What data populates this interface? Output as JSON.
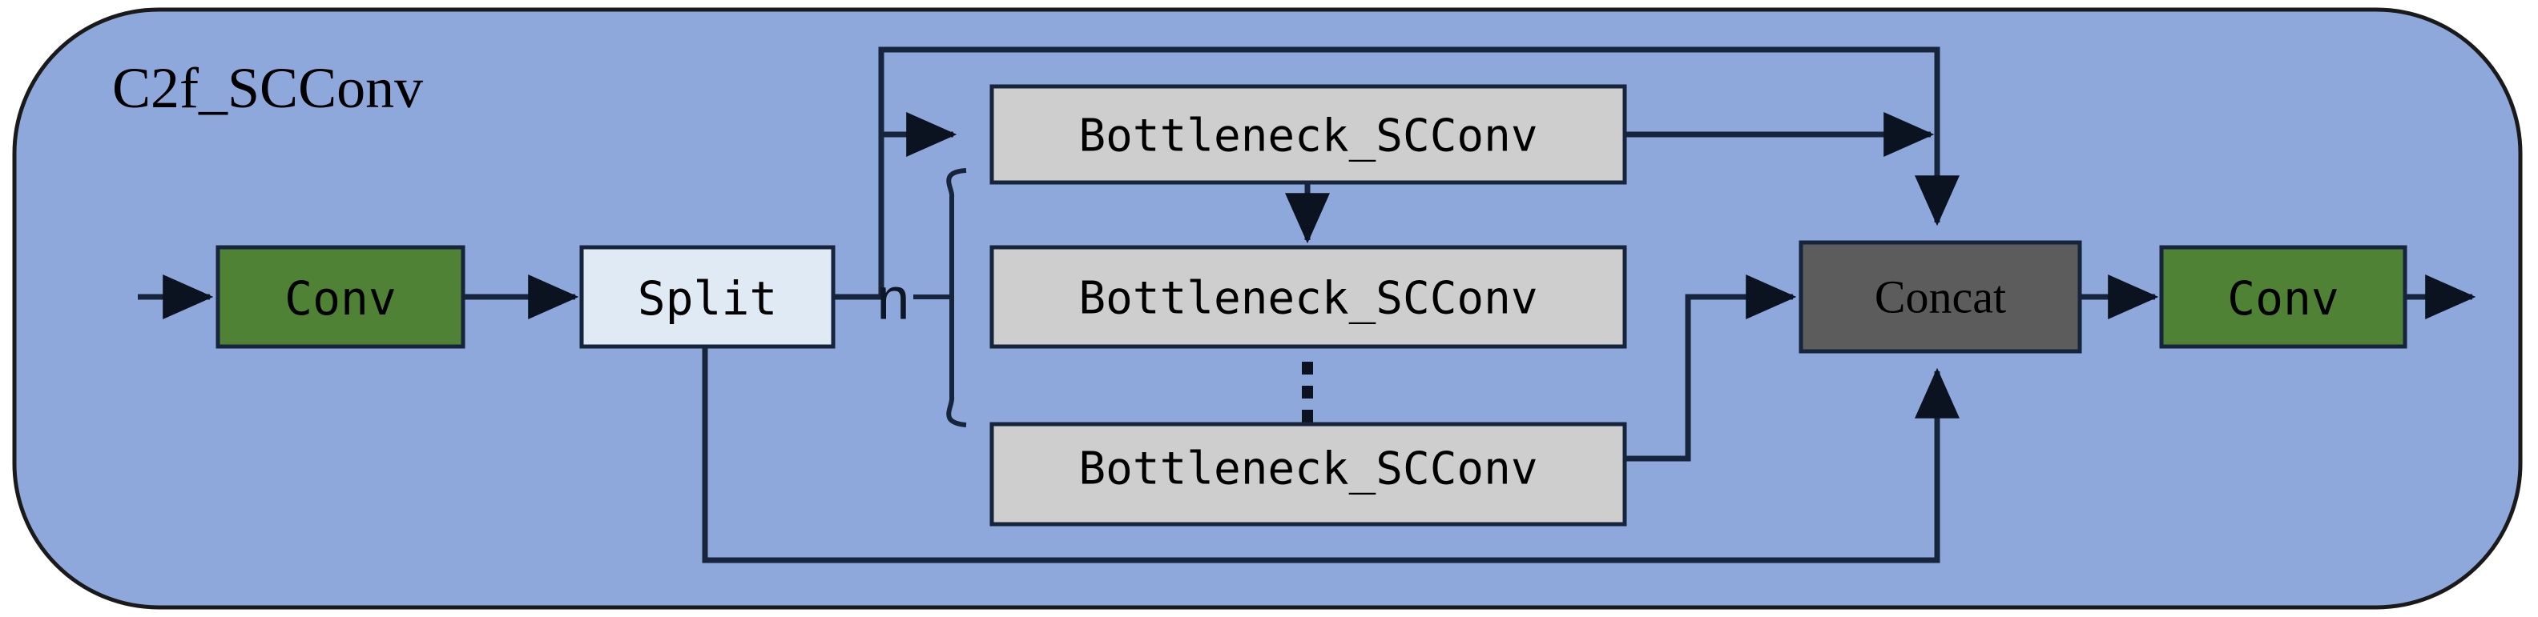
{
  "diagram": {
    "title": "C2f_SCConv",
    "type": "flowchart",
    "container": {
      "name": "C2f_SCConv",
      "fill_color": "#8fa8dc",
      "stroke_color": "#1a1a1a",
      "shape": "rounded-rectangle"
    },
    "nodes": [
      {
        "id": "conv_in",
        "label": "Conv",
        "fill": "#4f8234",
        "text_color": "#000000",
        "shape": "rect"
      },
      {
        "id": "split",
        "label": "Split",
        "fill": "#dfeaf5",
        "text_color": "#000000",
        "shape": "rect"
      },
      {
        "id": "bottleneck_1",
        "label": "Bottleneck_SCConv",
        "fill": "#cecece",
        "text_color": "#000000",
        "shape": "rect"
      },
      {
        "id": "bottleneck_2",
        "label": "Bottleneck_SCConv",
        "fill": "#cecece",
        "text_color": "#000000",
        "shape": "rect"
      },
      {
        "id": "bottleneck_n",
        "label": "Bottleneck_SCConv",
        "fill": "#cecece",
        "text_color": "#000000",
        "shape": "rect"
      },
      {
        "id": "concat",
        "label": "Concat",
        "fill": "#5c5c5c",
        "text_color": "#000000",
        "shape": "rect"
      },
      {
        "id": "conv_out",
        "label": "Conv",
        "fill": "#4f8234",
        "text_color": "#000000",
        "shape": "rect"
      }
    ],
    "annotations": [
      {
        "id": "repeat_count",
        "label": "n",
        "description": "repetition count for the Bottleneck_SCConv stack"
      },
      {
        "id": "vertical-ellipsis",
        "label": "⋮",
        "description": "repeated bottleneck blocks omitted"
      }
    ],
    "edges": [
      {
        "from": "input",
        "to": "conv_in",
        "style": "arrow"
      },
      {
        "from": "conv_in",
        "to": "split",
        "style": "arrow"
      },
      {
        "from": "split",
        "to": "bottleneck_1",
        "style": "arrow"
      },
      {
        "from": "split",
        "to": "concat",
        "style": "arrow",
        "route": "bottom-skip"
      },
      {
        "from": "split",
        "to": "concat",
        "style": "arrow",
        "route": "top-skip"
      },
      {
        "from": "bottleneck_1",
        "to": "bottleneck_2",
        "style": "arrow"
      },
      {
        "from": "bottleneck_1",
        "to": "concat",
        "style": "arrow",
        "route": "top"
      },
      {
        "from": "bottleneck_n",
        "to": "concat",
        "style": "arrow",
        "route": "right"
      },
      {
        "from": "concat",
        "to": "conv_out",
        "style": "arrow"
      },
      {
        "from": "conv_out",
        "to": "output",
        "style": "arrow"
      }
    ],
    "colors": {
      "background": "#ffffff",
      "container_blue": "#8fa8dc",
      "conv_green": "#4f8234",
      "split_lightblue": "#dfeaf5",
      "bottleneck_gray": "#cecece",
      "concat_darkgray": "#5c5c5c",
      "edge_navy": "#16243c"
    }
  }
}
